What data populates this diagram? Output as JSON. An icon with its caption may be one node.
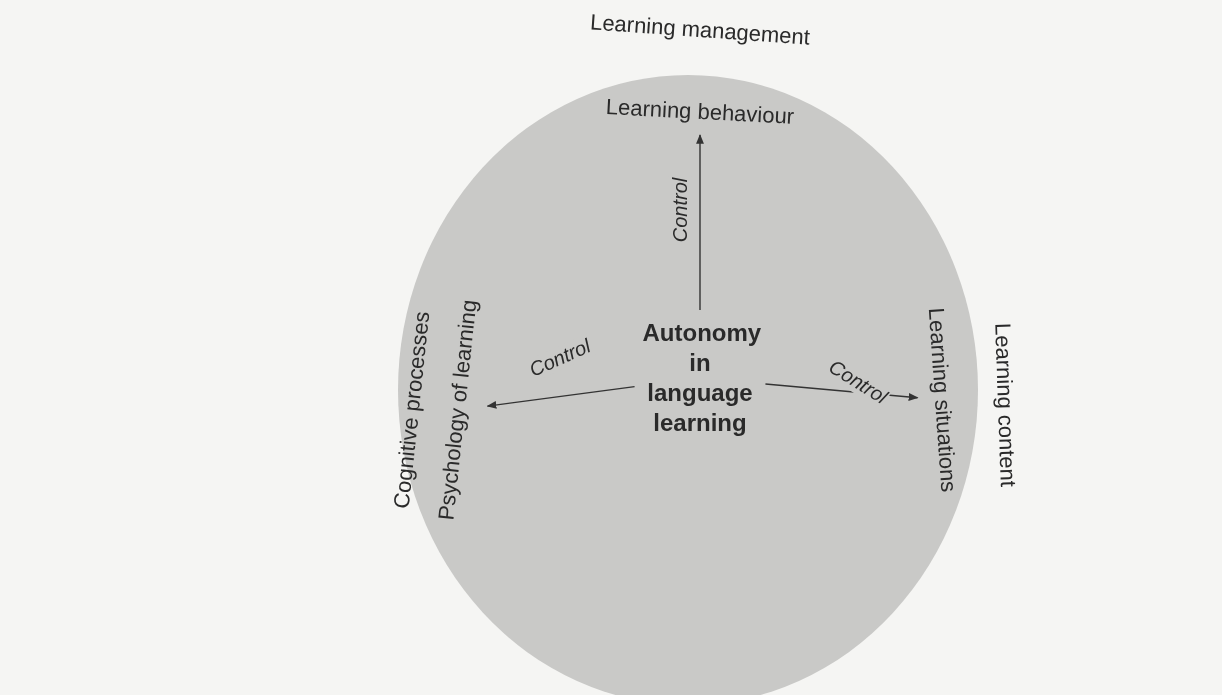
{
  "diagram": {
    "nodes": [
      {
        "text": [],
        "shape": "circle"
      },
      {
        "text": [
          "Autonomy in language learning"
        ],
        "in": 0
      },
      {
        "text": [
          "Learning behaviour"
        ],
        "in": 0
      },
      {
        "text": [
          "Psychology of learning"
        ],
        "in": 0
      },
      {
        "text": [
          "Learning situations"
        ],
        "in": 0
      }
    ],
    "edges": [
      {
        "from": 1,
        "to": 2,
        "arrow": "to",
        "label": "Control"
      },
      {
        "from": 1,
        "to": 3,
        "arrow": "to",
        "label": "Control"
      },
      {
        "from": 1,
        "to": 4,
        "arrow": "to",
        "label": "Control"
      }
    ],
    "labels": [
      "Learning management",
      "Cognitive processes",
      "Learning content"
    ]
  }
}
